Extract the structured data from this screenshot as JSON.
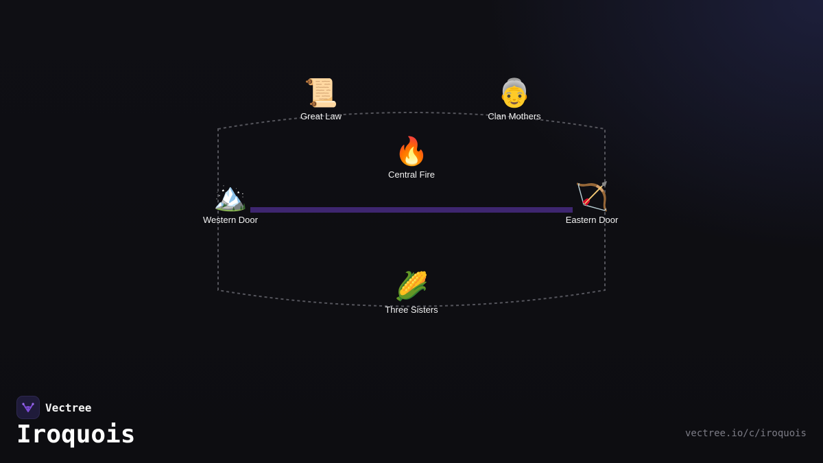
{
  "brand": {
    "name": "Vectree",
    "accent": "#7d4bd6"
  },
  "page": {
    "title": "Iroquois",
    "url": "vectree.io/c/iroquois"
  },
  "diagram": {
    "colors": {
      "outline": "#55555c",
      "path": "#3e2670"
    },
    "nodes": {
      "great_law": {
        "emoji": "📜",
        "label": "Great Law",
        "icon": "scroll-icon"
      },
      "clan_mothers": {
        "emoji": "👵",
        "label": "Clan Mothers",
        "icon": "elder-woman-icon"
      },
      "central_fire": {
        "emoji": "🔥",
        "label": "Central Fire",
        "icon": "fire-icon"
      },
      "western_door": {
        "emoji": "🏔️",
        "label": "Western Door",
        "icon": "mountain-icon"
      },
      "eastern_door": {
        "emoji": "🏹",
        "label": "Eastern Door",
        "icon": "bow-and-arrow-icon"
      },
      "three_sisters": {
        "emoji": "🌽",
        "label": "Three Sisters",
        "icon": "corn-icon"
      }
    }
  }
}
